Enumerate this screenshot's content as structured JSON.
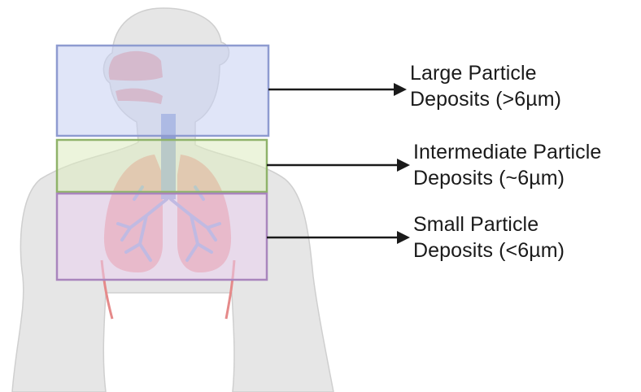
{
  "zones": [
    {
      "id": "upper-airway",
      "line1": "Large Particle",
      "line2": "Deposits (>6µm)",
      "stroke": "#8e9bd0",
      "fill": "#c7cff2"
    },
    {
      "id": "trachea-bronchi",
      "line1": "Intermediate Particle",
      "line2": "Deposits (~6µm)",
      "stroke": "#8fb36a",
      "fill": "#dcebc0"
    },
    {
      "id": "lower-lungs",
      "line1": "Small Particle",
      "line2": "Deposits (<6µm)",
      "stroke": "#a985bd",
      "fill": "#ead0ee"
    }
  ],
  "colors": {
    "body": "#e6e6e6",
    "body_outline": "#cfcfcf",
    "respiratory_tract": "#e58a8a",
    "bronchial_tree": "#8f9fd3",
    "arrow": "#1a1a1a"
  }
}
